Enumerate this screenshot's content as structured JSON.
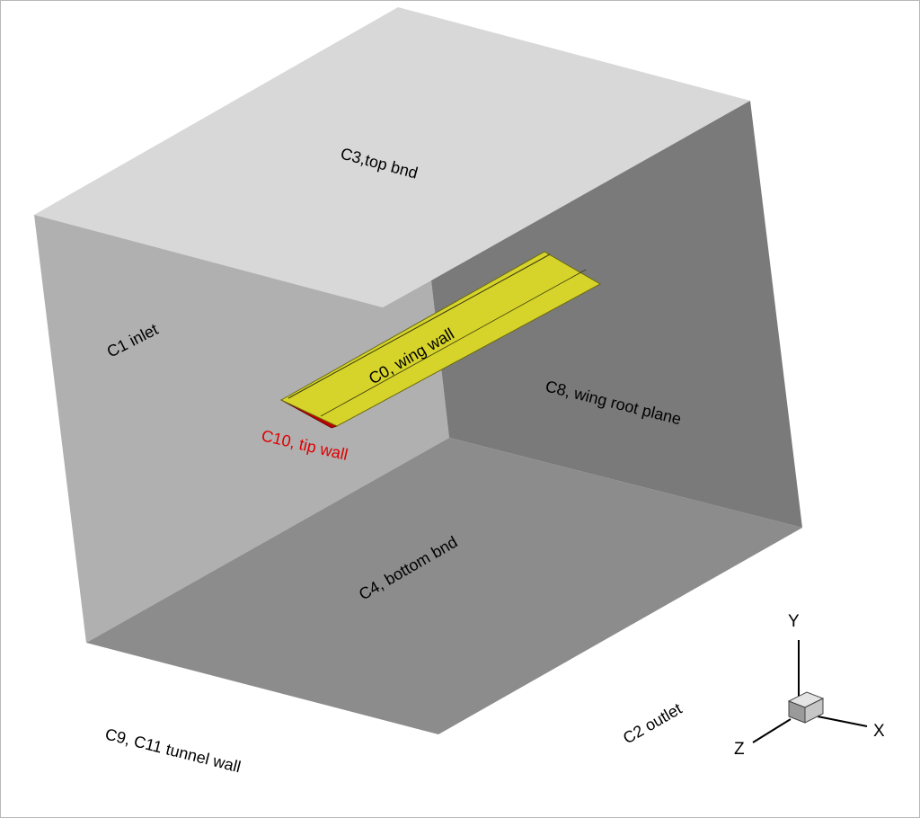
{
  "labels": {
    "top_bnd": "C3,top bnd",
    "inlet": "C1 inlet",
    "wing_wall": "C0, wing wall",
    "wing_root_plane": "C8, wing root plane",
    "tip_wall": "C10, tip wall",
    "bottom_bnd": "C4, bottom bnd",
    "outlet": "C2 outlet",
    "tunnel_wall": "C9, C11 tunnel wall"
  },
  "axes": {
    "x": "X",
    "y": "Y",
    "z": "Z"
  },
  "colors": {
    "top_face": "#d8d8d8",
    "inlet_face": "#b0b0b0",
    "root_plane_face": "#7a7a7a",
    "bottom_face": "#8c8c8c",
    "wing": "#d6d42a",
    "tip_wall": "#c00000",
    "tip_label": "#e00000",
    "text": "#000000"
  }
}
